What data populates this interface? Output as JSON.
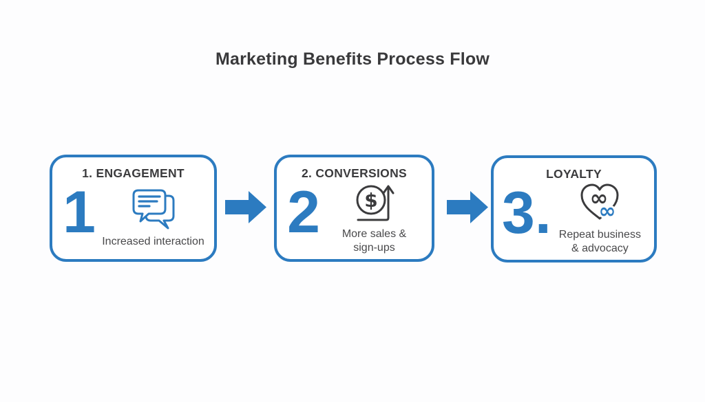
{
  "title": "Marketing Benefits Process Flow",
  "colors": {
    "accent_blue": "#2c7bc0",
    "text_dark": "#3b3b3d",
    "caption_gray": "#48484a",
    "background": "#fdfdfe"
  },
  "steps": [
    {
      "number": "1",
      "heading": "1. ENGAGEMENT",
      "icon": "chat-bubbles-icon",
      "caption": [
        "Increased interaction"
      ]
    },
    {
      "number": "2",
      "heading": "2. CONVERSIONS",
      "icon": "dollar-cycle-icon",
      "caption": [
        "More sales &",
        "sign-ups"
      ]
    },
    {
      "number": "3.",
      "heading": "LOYALTY",
      "icon": "heart-infinity-icon",
      "caption": [
        "Repeat business",
        "& advocacy"
      ]
    }
  ],
  "connectors": [
    {
      "icon": "arrow-right-icon"
    },
    {
      "icon": "arrow-right-icon"
    }
  ]
}
